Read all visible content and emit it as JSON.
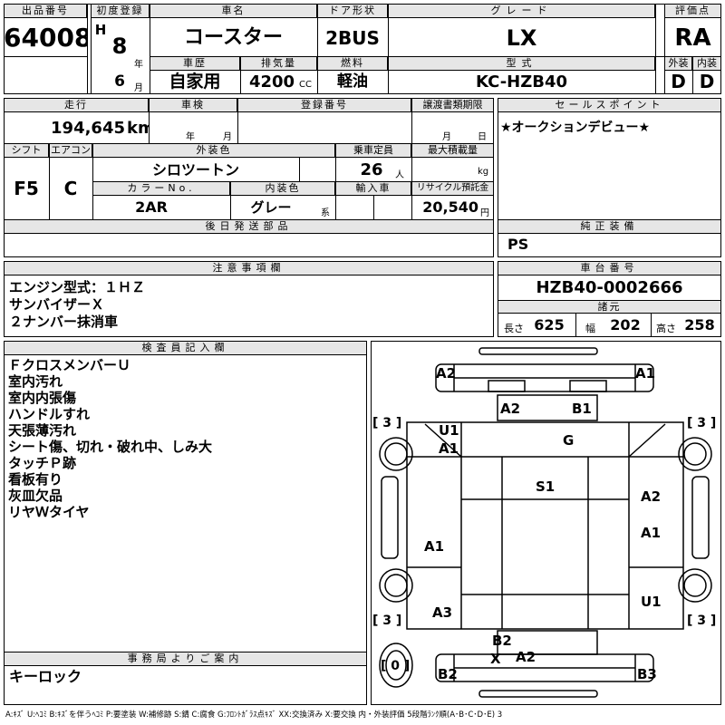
{
  "header": {
    "lot_no_label": "出品番号",
    "lot_no": "64008",
    "reg_label": "初度登録",
    "era": "H",
    "reg_year": "8",
    "year_unit": "年",
    "reg_month": "6",
    "month_unit": "月",
    "car_name_label": "車名",
    "car_name": "コースター",
    "door_label": "ドア形状",
    "door": "2BUS",
    "grade_label": "グレード",
    "grade": "LX",
    "score_label": "評価点",
    "score": "RA",
    "history_label": "車歴",
    "history": "自家用",
    "cc_label": "排気量",
    "cc": "4200",
    "cc_unit": "CC",
    "fuel_label": "燃料",
    "fuel": "軽油",
    "model_label": "型式",
    "model": "KC-HZB40",
    "ext_label": "外装",
    "ext": "D",
    "int_label": "内装",
    "int": "D"
  },
  "row2": {
    "mileage_label": "走行",
    "mileage": "194,645",
    "mileage_unit": "km",
    "inspection_label": "車検",
    "insp_year_unit": "年",
    "insp_month_unit": "月",
    "plate_label": "登録番号",
    "transfer_label": "譲渡書類期限",
    "tr_month_unit": "月",
    "tr_day_unit": "日",
    "shift_label": "シフト",
    "shift": "F5",
    "ac_label": "エアコン",
    "ac": "C",
    "color_label": "外装色",
    "color": "シロツートン",
    "capacity_label": "乗車定員",
    "capacity": "26",
    "capacity_unit": "人",
    "load_label": "最大積載量",
    "load_unit": "kg",
    "color_no_label": "カラーNo.",
    "color_no": "2AR",
    "interior_color_label": "内装色",
    "interior_color": "グレー",
    "interior_color_unit": "系",
    "import_label": "輸入車",
    "recycle_label": "リサイクル預託金",
    "recycle": "20,540",
    "recycle_unit": "円",
    "later_parts_label": "後日発送部品"
  },
  "sales": {
    "label": "セールスポイント",
    "text": "★オークションデビュー★",
    "equip_label": "純正装備",
    "equip": "PS"
  },
  "caution": {
    "label": "注意事項欄",
    "lines": [
      "エンジン型式：１ＨＺ",
      "サンバイザーＸ",
      "２ナンバー抹消車"
    ]
  },
  "chassis": {
    "label": "車台番号",
    "number": "HZB40-0002666",
    "dims_label": "諸元",
    "length_label": "長さ",
    "length": "625",
    "width_label": "幅",
    "width": "202",
    "height_label": "高さ",
    "height": "258"
  },
  "inspector": {
    "label": "検査員記入欄",
    "lines": [
      "ＦクロスメンバーＵ",
      "室内汚れ",
      "室内内張傷",
      "ハンドルすれ",
      "天張薄汚れ",
      "シート傷、切れ・破れ中、しみ大",
      "タッチＰ跡",
      "看板有り",
      "灰皿欠品",
      "リヤＷタイヤ"
    ]
  },
  "office": {
    "label": "事務局よりご案内",
    "text": "キーロック"
  },
  "diagram": {
    "marks": [
      "A2",
      "A1",
      "A2",
      "B1",
      "U1",
      "A1",
      "G",
      "S1",
      "A2",
      "A1",
      "A1",
      "U1",
      "A3",
      "B2",
      "X",
      "A2",
      "B2",
      "B3"
    ],
    "tire_left_top": "[ 3 ]",
    "tire_right_top": "[ 3 ]",
    "tire_left_bottom": "[ 3 ]",
    "tire_right_bottom": "[ 3 ]",
    "spare": "[ 0 ]"
  },
  "legend": "A:ｷｽﾞ U:ﾍｺﾐ B:ｷｽﾞを伴うﾍｺﾐ P:要塗装 W:補修跡 S:錆 C:腐食 G:ﾌﾛﾝﾄｶﾞﾗｽ点ｷｽﾞ XX:交換済み X:要交換 内・外装評価 5段階ﾗﾝｸ順(A･B･C･D･E) 3"
}
